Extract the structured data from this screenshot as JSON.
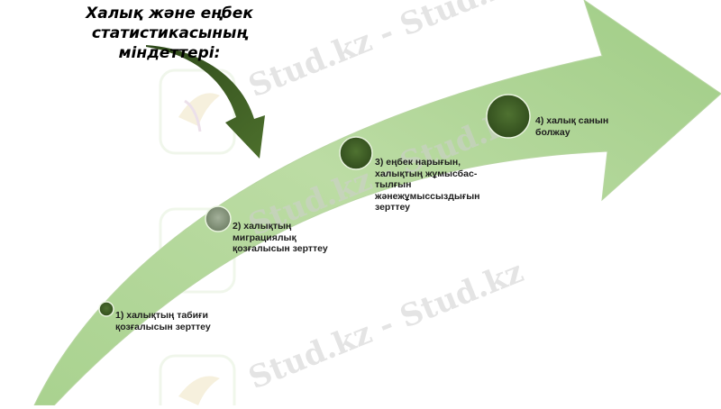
{
  "title": "Халық және еңбек статистикасының\nміндеттері:",
  "watermark": "Stud.kz - Stud.kz",
  "colors": {
    "arrow_light": "#c9e2b3",
    "arrow_mid": "#a6d08b",
    "pointer_arrow": "#3d5d22",
    "circle_dark": "#3f5f26",
    "circle_gray": "#8a9a80"
  },
  "steps": [
    {
      "label": "1) халықтың табиғи\nқозғалысын зерттеу"
    },
    {
      "label": "2) халықтың\nмиграциялық\nқозғалысын зерттеу"
    },
    {
      "label": "3) еңбек нарығын,\nхалықтың жұмысбас-\nтылғын\nжәнежұмыссыздығын\nзерттеу"
    },
    {
      "label": "4) халық санын\nболжау"
    }
  ]
}
